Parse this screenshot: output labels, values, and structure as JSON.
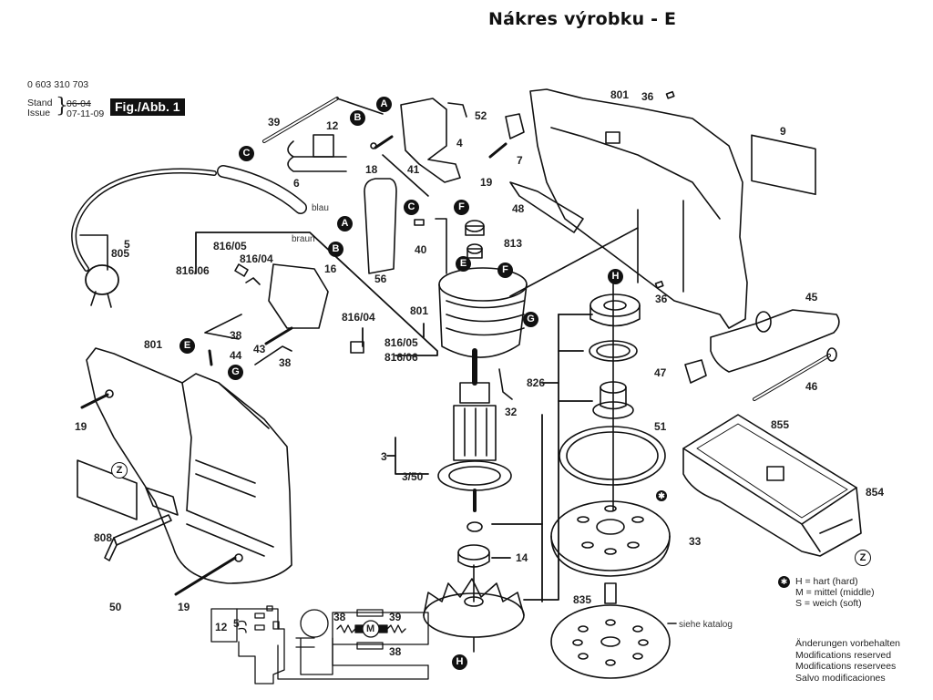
{
  "page_title": "Nákres výrobku - E",
  "header": {
    "part_number": "0 603 310 703",
    "stand_label": "Stand",
    "issue_label": "Issue",
    "stand_value": "06-04",
    "issue_value": "07-11-09",
    "figure_label": "Fig./Abb. 1"
  },
  "part_labels": {
    "p39": "39",
    "p12": "12",
    "p52": "52",
    "p4": "4",
    "p18": "18",
    "p41": "41",
    "p6": "6",
    "p5": "5",
    "p805": "805",
    "p816_05a": "816/05",
    "p816_04a": "816/04",
    "p816_06a": "816/06",
    "p16": "16",
    "p56": "56",
    "p40": "40",
    "p813": "813",
    "p7": "7",
    "p19a": "19",
    "p48": "48",
    "p801a": "801",
    "p36a": "36",
    "p9": "9",
    "p36b": "36",
    "p45": "45",
    "p47": "47",
    "p46": "46",
    "p801b": "801",
    "p38a": "38",
    "p43": "43",
    "p38b": "38",
    "p44": "44",
    "p816_04b": "816/04",
    "p816_05b": "816/05",
    "p816_06b": "816/06",
    "p801c": "801",
    "p19b": "19",
    "p808": "808",
    "p50": "50",
    "p19c": "19",
    "p32": "32",
    "p3": "3",
    "p3_50": "3/50",
    "p826": "826",
    "p51": "51",
    "p14": "14",
    "p33": "33",
    "p835": "835",
    "p855": "855",
    "p854": "854",
    "wire_blau": "blau",
    "wire_braun": "braun",
    "see_catalog": "siehe katalog"
  },
  "connector_markers": [
    "A",
    "B",
    "C",
    "E",
    "F",
    "G",
    "H",
    "Z"
  ],
  "wiring_diagram": {
    "switch": "12",
    "cable": "5",
    "brush_top": "38",
    "resistor_top": "39",
    "brush_bottom": "38",
    "motor": "M"
  },
  "legend": {
    "title_marker": "✱",
    "items": [
      "H = hart (hard)",
      "M = mittel (middle)",
      "S = weich (soft)"
    ]
  },
  "notes": [
    "Änderungen vorbehalten",
    "Modifications reserved",
    "Modifications reservees",
    "Salvo modificaciones"
  ]
}
